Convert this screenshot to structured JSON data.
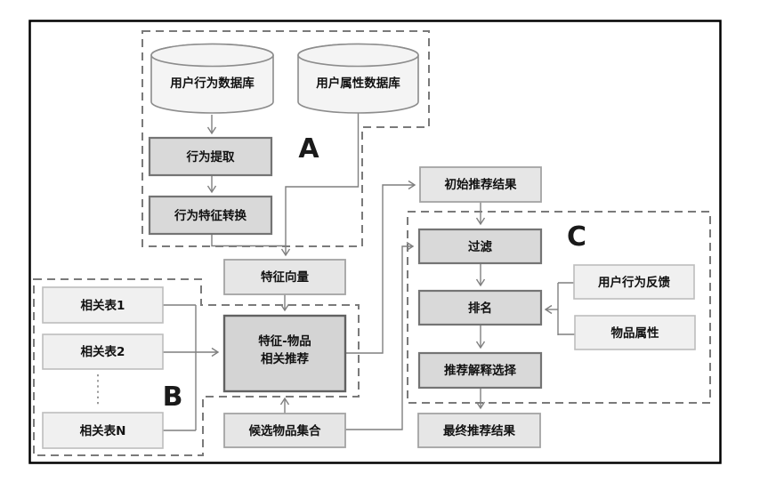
{
  "diagram": {
    "regions": {
      "a": "A",
      "b": "B",
      "c": "C"
    },
    "nodes": {
      "user_behavior_db": "用户行为数据库",
      "user_attribute_db": "用户属性数据库",
      "behavior_extraction": "行为提取",
      "behavior_feature_conversion": "行为特征转换",
      "feature_vector": "特征向量",
      "related_table_1": "相关表1",
      "related_table_2": "相关表2",
      "related_table_n": "相关表N",
      "feature_item_rec_line1": "特征-物品",
      "feature_item_rec_line2": "相关推荐",
      "candidate_item_set": "候选物品集合",
      "initial_rec_result": "初始推荐结果",
      "filter": "过滤",
      "ranking": "排名",
      "rec_explanation_selection": "推荐解释选择",
      "final_rec_result": "最终推荐结果",
      "user_behavior_feedback": "用户行为反馈",
      "item_attributes": "物品属性"
    },
    "colors": {
      "outer_border": "#000000",
      "connector_line": "#7f7f7f",
      "dashed_region_border": "#7a7a7a",
      "process_box_fill": "#d9d9d9",
      "process_box_border": "#747474",
      "main_box_fill": "#d4d4d4",
      "result_box_fill": "#e6e6e6",
      "input_box_fill": "#f0f0f0",
      "cylinder_fill": "#f4f4f4",
      "text": "#111111"
    }
  }
}
